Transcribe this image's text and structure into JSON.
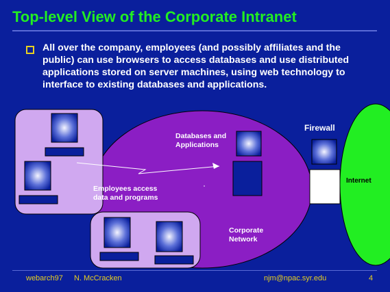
{
  "slide": {
    "title": "Top-level View of the Corporate Intranet",
    "bullet": "All over the company, employees (and possibly affiliates and the public) can use browsers to access databases and use distributed applications stored on server machines, using web technology to interface to existing databases and applications."
  },
  "diagram": {
    "labels": {
      "databases": "Databases and\nApplications",
      "employees": "Employees access\ndata and programs",
      "corporate": "Corporate\nNetwork",
      "firewall": "Firewall",
      "internet": "Internet"
    },
    "colors": {
      "network": "#8b1ec4",
      "workstation_group": "#d0a8f0",
      "internet": "#22ee22",
      "server": "#0a1f9c"
    }
  },
  "footer": {
    "course": "webarch97",
    "author": "N. McCracken",
    "email": "njm@npac.syr.edu",
    "page": "4"
  }
}
